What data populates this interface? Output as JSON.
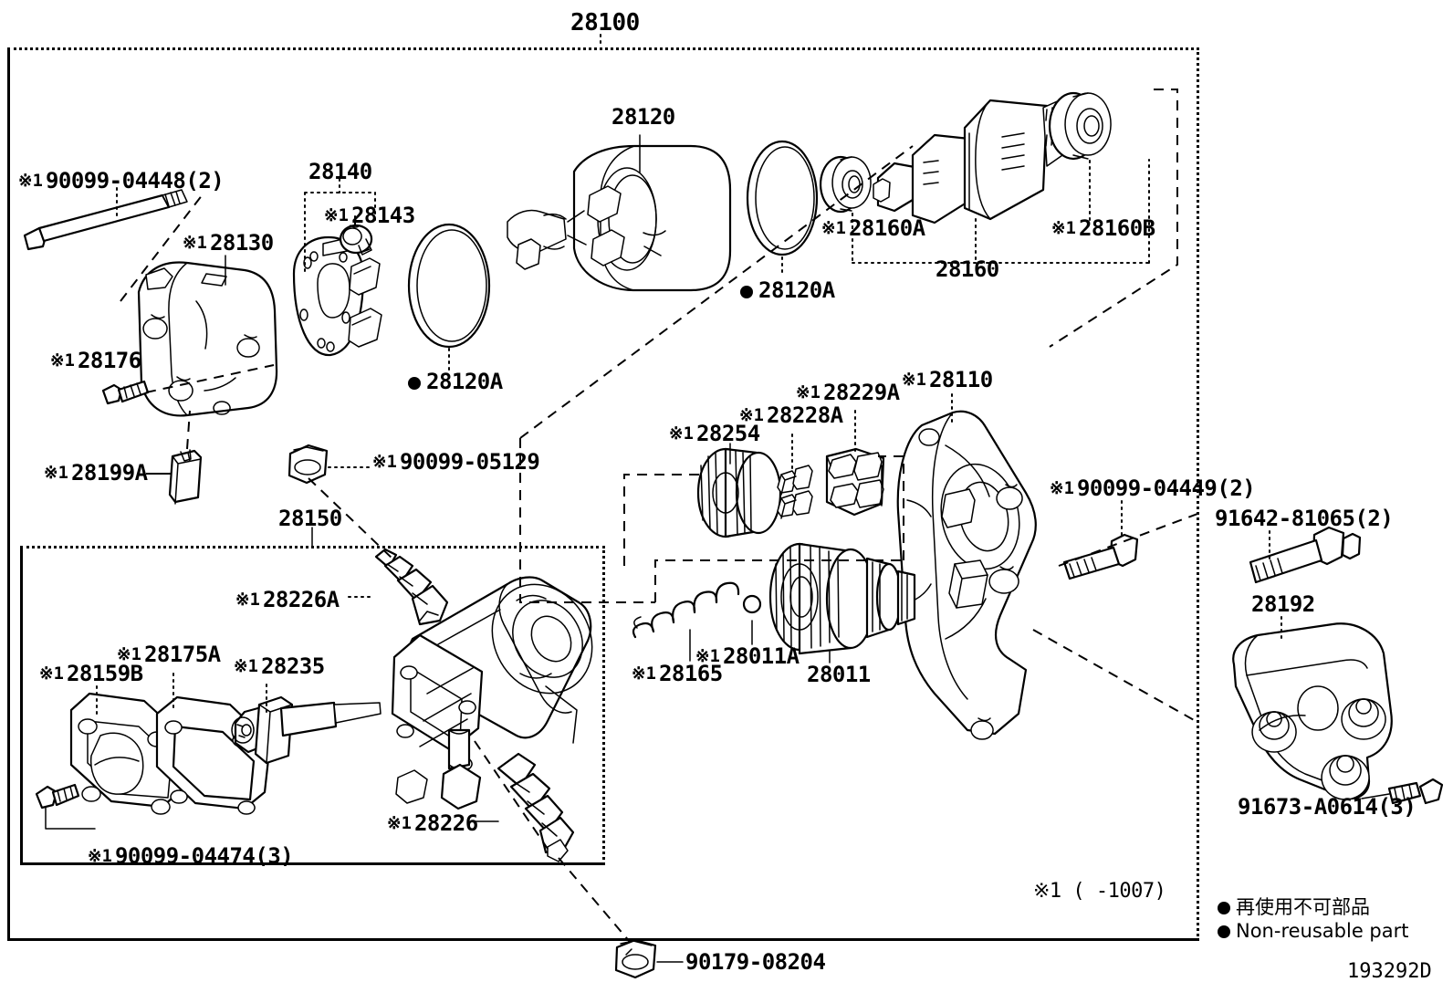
{
  "diagram": {
    "assembly_number": "28100",
    "drawing_number": "193292D",
    "footnote": "※1 (    -1007)",
    "legend": [
      {
        "marker": "filled-circle",
        "text": "再使用不可部品"
      },
      {
        "marker": "filled-circle",
        "text": "Non-reusable part"
      }
    ]
  },
  "parts": {
    "p28100": {
      "number": "28100",
      "prefix": ""
    },
    "p90099_04448": {
      "number": "90099-04448(2)",
      "prefix": "※1"
    },
    "p28130": {
      "number": "28130",
      "prefix": "※1"
    },
    "p28176": {
      "number": "28176",
      "prefix": "※1"
    },
    "p28199A": {
      "number": "28199A",
      "prefix": "※1"
    },
    "p28140": {
      "number": "28140",
      "prefix": ""
    },
    "p28143": {
      "number": "28143",
      "prefix": "※1"
    },
    "p28120": {
      "number": "28120",
      "prefix": ""
    },
    "p28120A_left": {
      "number": "28120A",
      "prefix": "",
      "marker": "filled-circle"
    },
    "p28120A_right": {
      "number": "28120A",
      "prefix": "",
      "marker": "filled-circle"
    },
    "p28160": {
      "number": "28160",
      "prefix": ""
    },
    "p28160A": {
      "number": "28160A",
      "prefix": "※1"
    },
    "p28160B": {
      "number": "28160B",
      "prefix": "※1"
    },
    "p90099_05129": {
      "number": "90099-05129",
      "prefix": "※1"
    },
    "p28150": {
      "number": "28150",
      "prefix": ""
    },
    "p28226A": {
      "number": "28226A",
      "prefix": "※1"
    },
    "p28226": {
      "number": "28226",
      "prefix": "※1"
    },
    "p28159B": {
      "number": "28159B",
      "prefix": "※1"
    },
    "p28175A": {
      "number": "28175A",
      "prefix": "※1"
    },
    "p28235": {
      "number": "28235",
      "prefix": "※1"
    },
    "p90099_04474": {
      "number": "90099-04474(3)",
      "prefix": "※1"
    },
    "p28254": {
      "number": "28254",
      "prefix": "※1"
    },
    "p28228A": {
      "number": "28228A",
      "prefix": "※1"
    },
    "p28229A": {
      "number": "28229A",
      "prefix": "※1"
    },
    "p28110": {
      "number": "28110",
      "prefix": "※1"
    },
    "p90099_04449": {
      "number": "90099-04449(2)",
      "prefix": "※1"
    },
    "p28165": {
      "number": "28165",
      "prefix": "※1"
    },
    "p28011A": {
      "number": "28011A",
      "prefix": "※1"
    },
    "p28011": {
      "number": "28011",
      "prefix": ""
    },
    "p91642_81065": {
      "number": "91642-81065(2)",
      "prefix": ""
    },
    "p28192": {
      "number": "28192",
      "prefix": ""
    },
    "p91673_A0614": {
      "number": "91673-A0614(3)",
      "prefix": ""
    },
    "p90179_08204": {
      "number": "90179-08204",
      "prefix": ""
    }
  }
}
